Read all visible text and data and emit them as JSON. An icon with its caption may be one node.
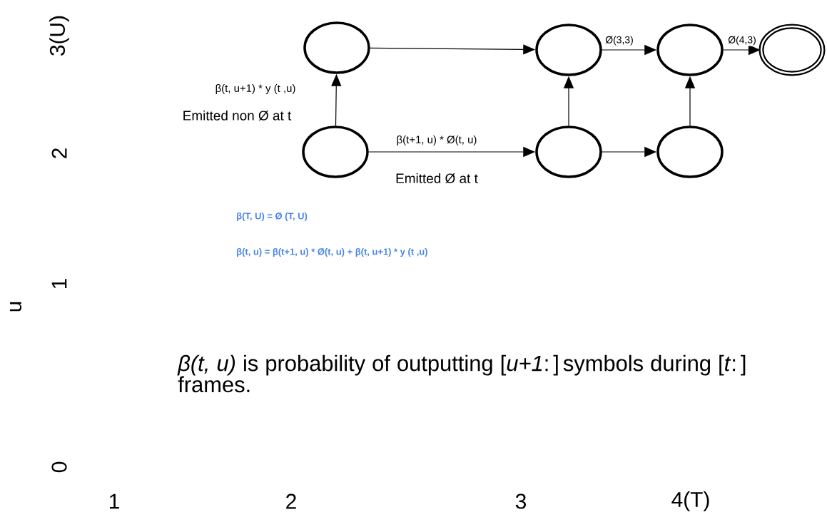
{
  "diagram": {
    "nodes": [
      {
        "text": [],
        "shape": "ellipse"
      },
      {
        "text": [],
        "shape": "ellipse"
      },
      {
        "text": [],
        "shape": "ellipse"
      },
      {
        "text": [],
        "shape": "double-ellipse"
      },
      {
        "text": [],
        "shape": "ellipse"
      },
      {
        "text": [],
        "shape": "ellipse"
      },
      {
        "text": [],
        "shape": "ellipse"
      }
    ],
    "edges": [
      {
        "from": 0,
        "to": 1,
        "arrow": "to"
      },
      {
        "from": 1,
        "to": 2,
        "arrow": "to",
        "label": "Ø(3,3)"
      },
      {
        "from": 2,
        "to": 3,
        "arrow": "to",
        "label": "Ø(4,3)"
      },
      {
        "from": 4,
        "to": 0,
        "arrow": "to",
        "label": "β(t, u+1) * y (t ,u)"
      },
      {
        "from": 4,
        "to": 5,
        "arrow": "to",
        "label": "β(t+1, u) * Ø(t, u)"
      },
      {
        "from": 5,
        "to": 1,
        "arrow": "to"
      },
      {
        "from": 5,
        "to": 6,
        "arrow": "to"
      },
      {
        "from": 6,
        "to": 2,
        "arrow": "to"
      }
    ],
    "labels": [
      "3(U)",
      "Emitted non Ø at t",
      "2",
      "Emitted Ø at t",
      "β(T, U) =  Ø (T, U)",
      "β(t, u) = β(t+1, u) * Ø(t, u) + β(t, u+1) * y (t ,u)",
      "1",
      "u",
      "*β(t, u)* is probability of outputting [*u+1*: ] symbols during [*t*: ] frames.",
      "0",
      "1",
      "2",
      "3",
      "4(T)"
    ]
  }
}
